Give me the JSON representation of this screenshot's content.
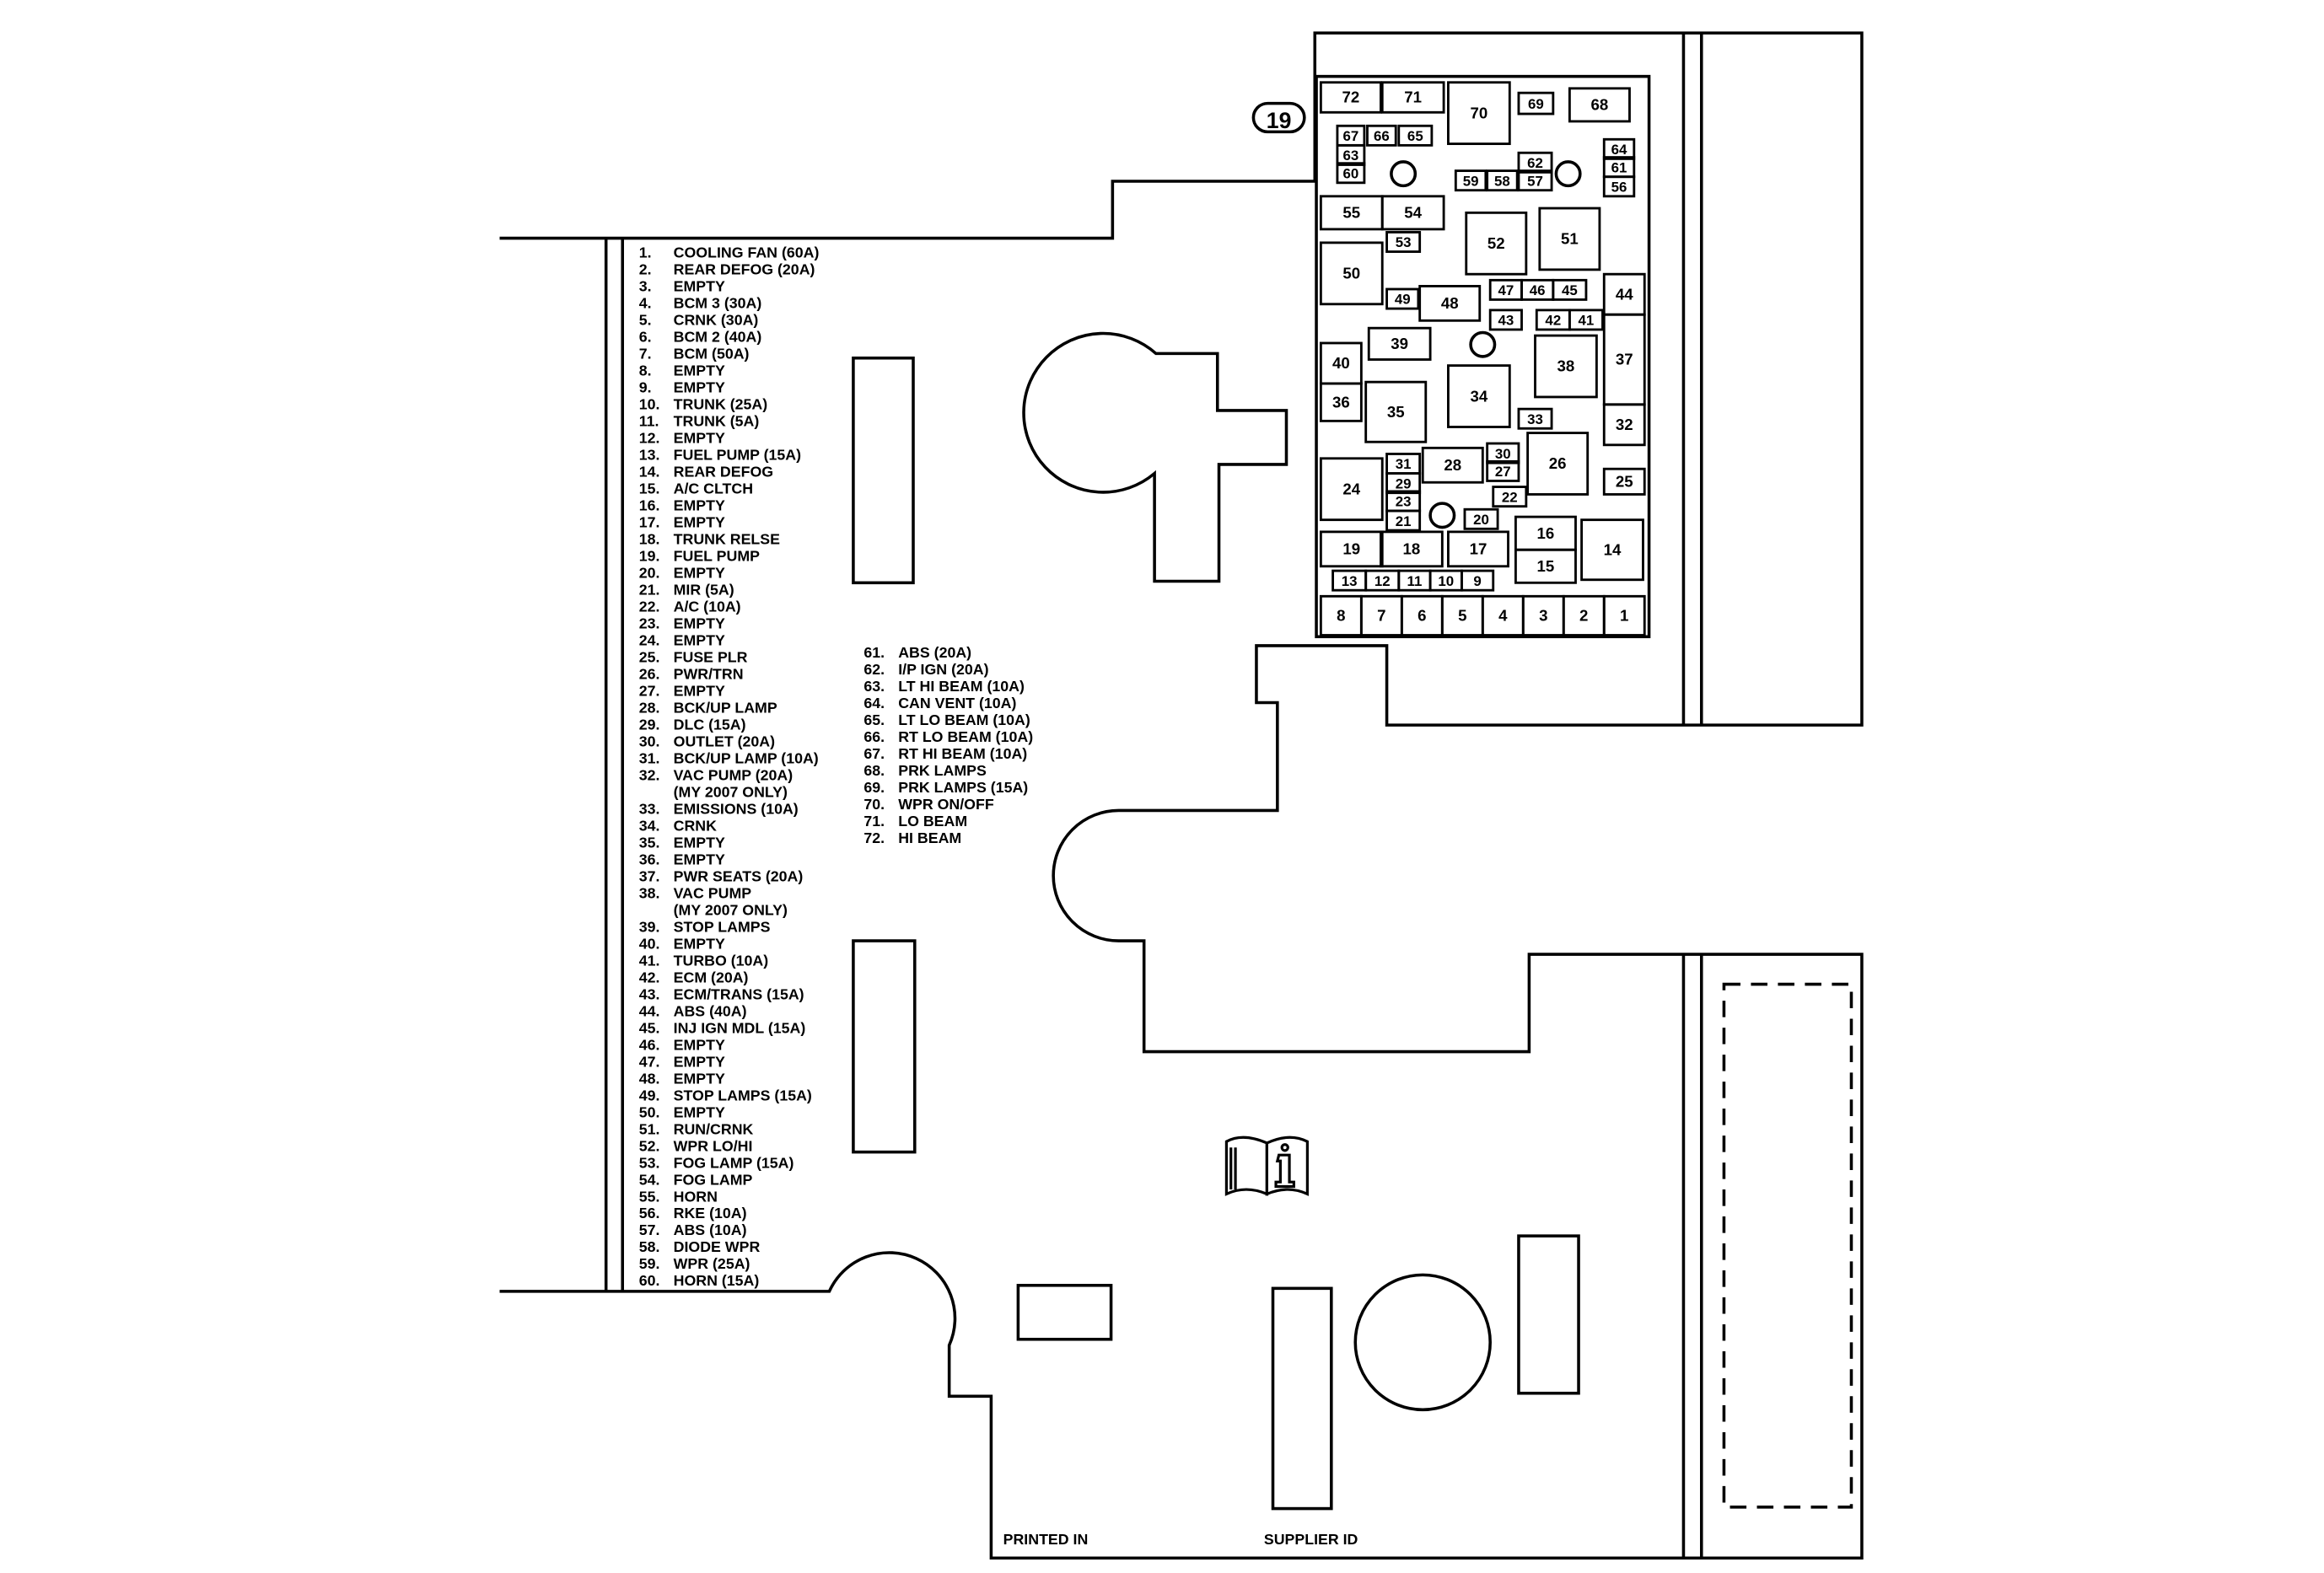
{
  "callout": "19",
  "legend_left": [
    {
      "num": "1.",
      "text": "COOLING FAN (60A)"
    },
    {
      "num": "2.",
      "text": "REAR DEFOG  (20A)"
    },
    {
      "num": "3.",
      "text": "EMPTY"
    },
    {
      "num": "4.",
      "text": "BCM 3  (30A)"
    },
    {
      "num": "5.",
      "text": "CRNK (30A)"
    },
    {
      "num": "6.",
      "text": "BCM  2  (40A)"
    },
    {
      "num": "7.",
      "text": "BCM  (50A)"
    },
    {
      "num": "8.",
      "text": "EMPTY"
    },
    {
      "num": "9.",
      "text": "EMPTY"
    },
    {
      "num": "10.",
      "text": "TRUNK  (25A)"
    },
    {
      "num": "11.",
      "text": "TRUNK  (5A)"
    },
    {
      "num": "12.",
      "text": "EMPTY"
    },
    {
      "num": "13.",
      "text": "FUEL PUMP  (15A)"
    },
    {
      "num": "14.",
      "text": "REAR  DEFOG"
    },
    {
      "num": "15.",
      "text": "A/C  CLTCH"
    },
    {
      "num": "16.",
      "text": "EMPTY"
    },
    {
      "num": "17.",
      "text": "EMPTY"
    },
    {
      "num": "18.",
      "text": "TRUNK  RELSE"
    },
    {
      "num": "19.",
      "text": "FUEL  PUMP"
    },
    {
      "num": "20.",
      "text": "EMPTY"
    },
    {
      "num": "21.",
      "text": "MIR  (5A)"
    },
    {
      "num": "22.",
      "text": "A/C  (10A)"
    },
    {
      "num": "23.",
      "text": "EMPTY"
    },
    {
      "num": "24.",
      "text": "EMPTY"
    },
    {
      "num": "25.",
      "text": "FUSE  PLR"
    },
    {
      "num": "26.",
      "text": "PWR/TRN"
    },
    {
      "num": "27.",
      "text": "EMPTY"
    },
    {
      "num": "28.",
      "text": "BCK/UP LAMP"
    },
    {
      "num": "29.",
      "text": "DLC  (15A)"
    },
    {
      "num": "30.",
      "text": "OUTLET (20A)"
    },
    {
      "num": "31.",
      "text": "BCK/UP LAMP (10A)"
    },
    {
      "num": "32.",
      "text": "VAC PUMP (20A)"
    },
    {
      "num": "",
      "text": "(MY 2007 ONLY)"
    },
    {
      "num": "33.",
      "text": "EMISSIONS  (10A)"
    },
    {
      "num": "34.",
      "text": "CRNK"
    },
    {
      "num": "35.",
      "text": "EMPTY"
    },
    {
      "num": "36.",
      "text": "EMPTY"
    },
    {
      "num": "37.",
      "text": "PWR SEATS (20A)"
    },
    {
      "num": "38.",
      "text": "VAC PUMP"
    },
    {
      "num": "",
      "text": "(MY 2007 ONLY)"
    },
    {
      "num": "39.",
      "text": "STOP LAMPS"
    },
    {
      "num": "40.",
      "text": "EMPTY"
    },
    {
      "num": "41.",
      "text": "TURBO (10A)"
    },
    {
      "num": "42.",
      "text": "ECM (20A)"
    },
    {
      "num": "43.",
      "text": "ECM/TRANS  (15A)"
    },
    {
      "num": "44.",
      "text": "ABS  (40A)"
    },
    {
      "num": "45.",
      "text": "INJ  IGN  MDL  (15A)"
    },
    {
      "num": "46.",
      "text": "EMPTY"
    },
    {
      "num": "47.",
      "text": "EMPTY"
    },
    {
      "num": "48.",
      "text": "EMPTY"
    },
    {
      "num": "49.",
      "text": "STOP LAMPS (15A)"
    },
    {
      "num": "50.",
      "text": "EMPTY"
    },
    {
      "num": "51.",
      "text": "RUN/CRNK"
    },
    {
      "num": "52.",
      "text": "WPR LO/HI"
    },
    {
      "num": "53.",
      "text": "FOG  LAMP  (15A)"
    },
    {
      "num": "54.",
      "text": "FOG  LAMP"
    },
    {
      "num": "55.",
      "text": "HORN"
    },
    {
      "num": "56.",
      "text": "RKE  (10A)"
    },
    {
      "num": "57.",
      "text": "ABS  (10A)"
    },
    {
      "num": "58.",
      "text": "DIODE  WPR"
    },
    {
      "num": "59.",
      "text": "WPR  (25A)"
    },
    {
      "num": "60.",
      "text": "HORN  (15A)"
    }
  ],
  "legend_right": [
    {
      "num": "61.",
      "text": "ABS (20A)"
    },
    {
      "num": "62.",
      "text": "I/P  IGN  (20A)"
    },
    {
      "num": "63.",
      "text": "LT  HI  BEAM (10A)"
    },
    {
      "num": "64.",
      "text": "CAN  VENT  (10A)"
    },
    {
      "num": "65.",
      "text": "LT  LO  BEAM  (10A)"
    },
    {
      "num": "66.",
      "text": "RT  LO  BEAM  (10A)"
    },
    {
      "num": "67.",
      "text": "RT  HI  BEAM  (10A)"
    },
    {
      "num": "68.",
      "text": "PRK  LAMPS"
    },
    {
      "num": "69.",
      "text": "PRK  LAMPS (15A)"
    },
    {
      "num": "70.",
      "text": "WPR ON/OFF"
    },
    {
      "num": "71.",
      "text": "LO BEAM"
    },
    {
      "num": "72.",
      "text": "HI  BEAM"
    }
  ],
  "fuse_labels": [
    "1",
    "2",
    "3",
    "4",
    "5",
    "6",
    "7",
    "8",
    "9",
    "10",
    "11",
    "12",
    "13",
    "14",
    "15",
    "16",
    "17",
    "18",
    "19",
    "20",
    "21",
    "22",
    "23",
    "24",
    "25",
    "26",
    "27",
    "28",
    "29",
    "30",
    "31",
    "32",
    "33",
    "34",
    "35",
    "36",
    "37",
    "38",
    "39",
    "40",
    "41",
    "42",
    "43",
    "44",
    "45",
    "46",
    "47",
    "48",
    "49",
    "50",
    "51",
    "52",
    "53",
    "54",
    "55",
    "56",
    "57",
    "58",
    "59",
    "60",
    "61",
    "62",
    "63",
    "64",
    "65",
    "66",
    "67",
    "68",
    "69",
    "70",
    "71",
    "72"
  ],
  "footer": {
    "printed_in": "PRINTED IN",
    "supplier_id": "SUPPLIER ID"
  }
}
